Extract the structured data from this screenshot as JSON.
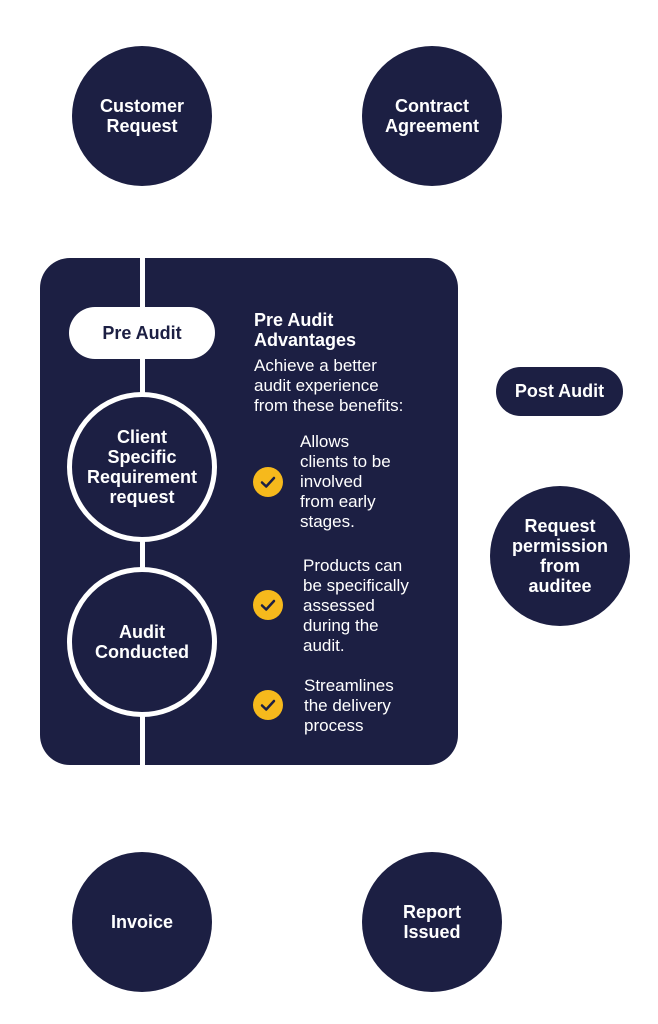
{
  "nodes": {
    "customer_request": [
      "Customer",
      "Request"
    ],
    "contract_agreement": [
      "Contract",
      "Agreement"
    ],
    "invoice": [
      "Invoice"
    ],
    "report_issued": [
      "Report",
      "Issued"
    ],
    "request_permission": [
      "Request",
      "permission",
      "from",
      "auditee"
    ]
  },
  "panel": {
    "pre_audit_label": "Pre Audit",
    "client_specific": [
      "Client",
      "Specific",
      "Requirement",
      "request"
    ],
    "audit_conducted": [
      "Audit",
      "Conducted"
    ],
    "advantages_title": [
      "Pre Audit",
      "Advantages"
    ],
    "advantages_subtitle": [
      "Achieve a better",
      "audit experience",
      "from these benefits:"
    ],
    "benefits": [
      [
        "Allows",
        "clients to be",
        "involved",
        "from early",
        "stages."
      ],
      [
        "Products can",
        "be specifically",
        "assessed",
        "during the",
        "audit."
      ],
      [
        "Streamlines",
        "the delivery",
        "process"
      ]
    ]
  },
  "post_audit_label": "Post Audit",
  "colors": {
    "navy": "#1c1f43",
    "check": "#f6b91c",
    "white": "#ffffff"
  }
}
